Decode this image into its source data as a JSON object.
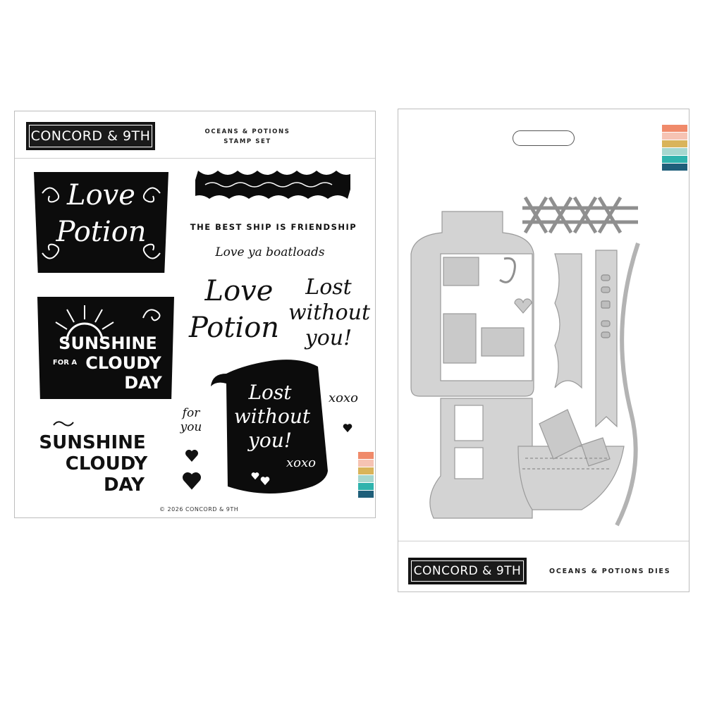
{
  "stamp_set": {
    "brand": "CONCORD & 9TH",
    "title_line1": "OCEANS & POTIONS",
    "title_line2": "STAMP SET",
    "copyright": "© 2026 CONCORD & 9TH",
    "stamps": {
      "love_potion_block_line1": "Love",
      "love_potion_block_line2": "Potion",
      "friendship_sentiment": "THE BEST SHIP IS FRIENDSHIP",
      "boatloads_sentiment": "Love ya boatloads",
      "love_potion_outline_line1": "Love",
      "love_potion_outline_line2": "Potion",
      "lost_without_you_line1": "Lost",
      "lost_without_you_line2": "without",
      "lost_without_you_line3": "you!",
      "sunshine_block_line1": "SUNSHINE",
      "sunshine_block_line2a": "FOR A",
      "sunshine_block_line2b": "CLOUDY",
      "sunshine_block_line3": "DAY",
      "sunshine_plain_line1": "SUNSHINE",
      "sunshine_plain_line2": "CLOUDY",
      "sunshine_plain_line3": "DAY",
      "for_you_line1": "for",
      "for_you_line2": "you",
      "scroll_line1": "Lost",
      "scroll_line2": "without",
      "scroll_line3": "you!",
      "scroll_xoxo": "xoxo",
      "xoxo": "xoxo"
    }
  },
  "die_set": {
    "brand": "CONCORD & 9TH",
    "title": "OCEANS & POTIONS DIES"
  },
  "swatch_colors": [
    "#f08a6a",
    "#f6c3b3",
    "#d9b45a",
    "#a6d7cf",
    "#2fb3ad",
    "#1f5f7a"
  ],
  "ink_color": "#0c0c0c",
  "die_color": "#c9c9c9"
}
